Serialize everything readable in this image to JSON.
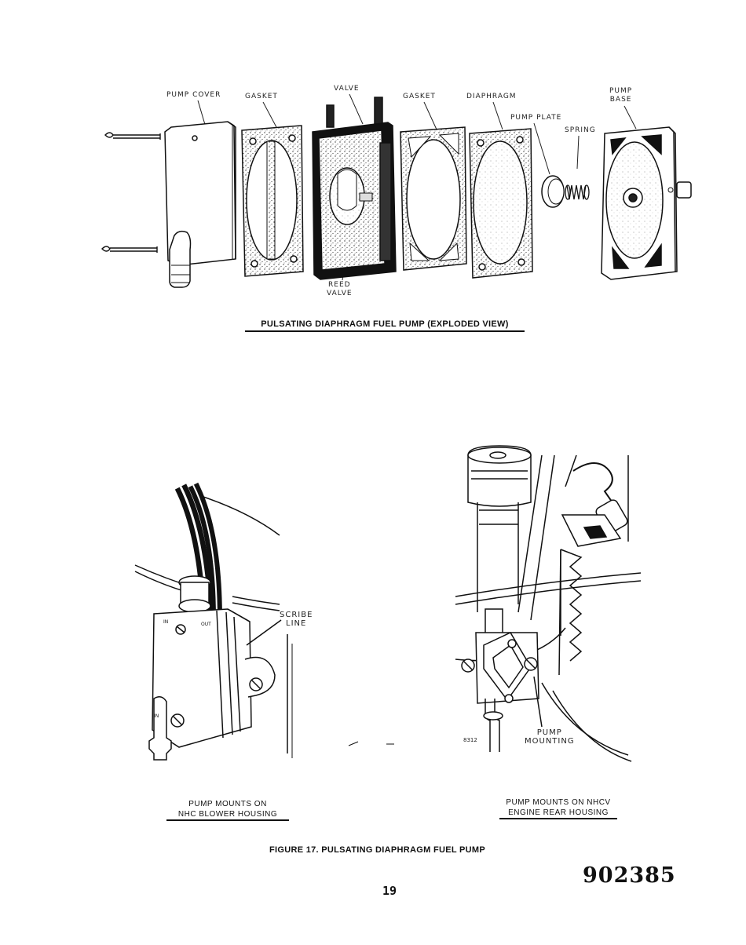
{
  "exploded_view": {
    "labels": {
      "pump_cover": "PUMP COVER",
      "gasket_1": "GASKET",
      "valve": "VALVE",
      "gasket_2": "GASKET",
      "diaphragm": "DIAPHRAGM",
      "pump_plate": "PUMP PLATE",
      "spring": "SPRING",
      "pump_base_1": "PUMP",
      "pump_base_2": "BASE",
      "reed_valve_1": "REED",
      "reed_valve_2": "VALVE"
    },
    "caption": "PULSATING DIAPHRAGM FUEL PUMP (EXPLODED VIEW)"
  },
  "left_view": {
    "scribe_1": "SCRIBE",
    "scribe_2": "LINE",
    "caption_line1": "PUMP MOUNTS ON",
    "caption_line2": "NHC BLOWER HOUSING"
  },
  "right_view": {
    "code": "8312",
    "mount_1": "PUMP",
    "mount_2": "MOUNTING",
    "caption_line1": "PUMP MOUNTS ON NHCV",
    "caption_line2": "ENGINE REAR HOUSING"
  },
  "figure_caption": "FIGURE 17.  PULSATING DIAPHRAGM FUEL PUMP",
  "page_number": "19",
  "document_number": "902385"
}
